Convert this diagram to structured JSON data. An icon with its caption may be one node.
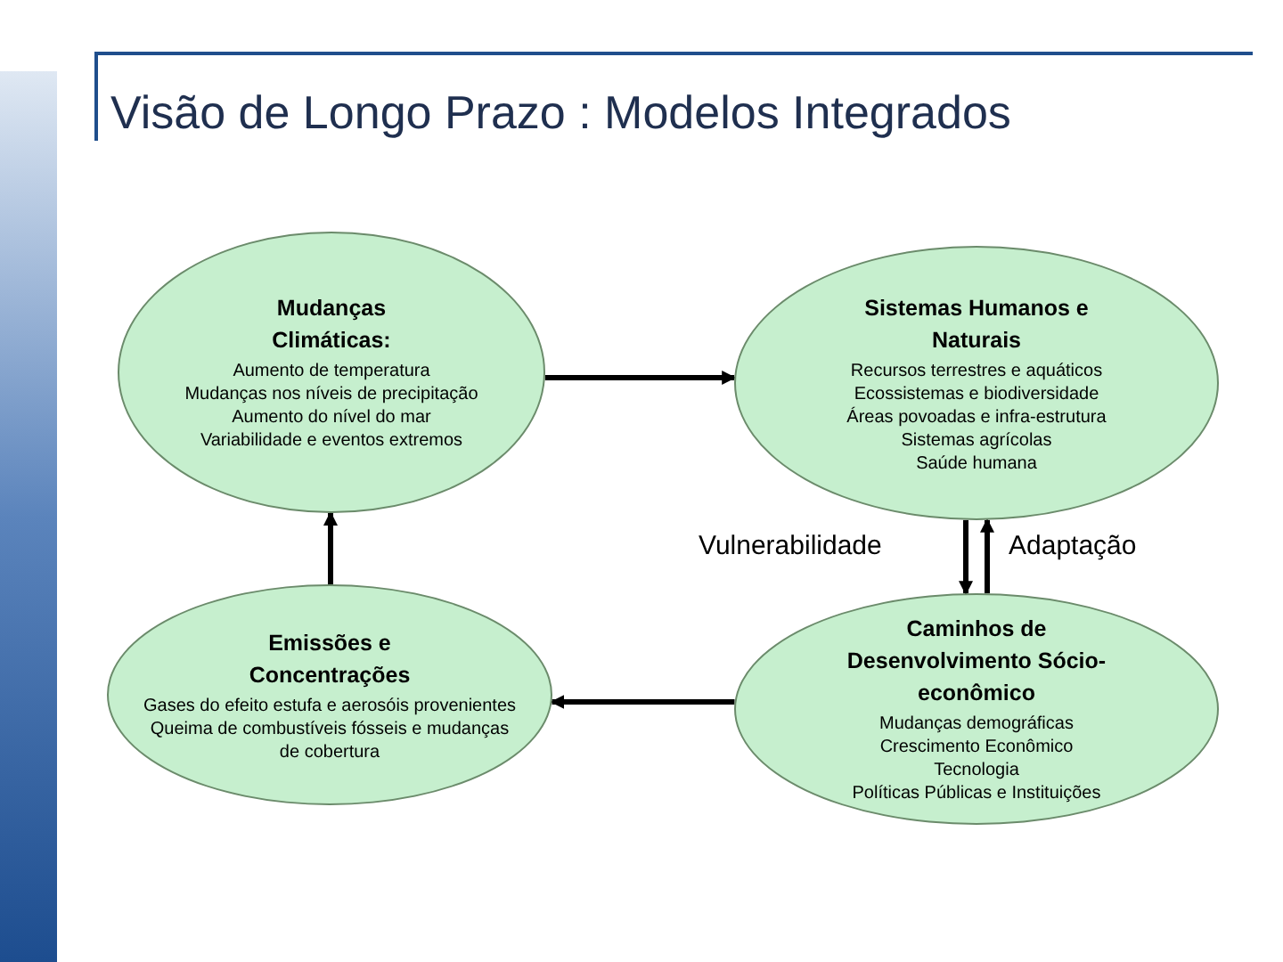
{
  "diagram": {
    "title": "Visão de Longo Prazo : Modelos Integrados",
    "nodes": [
      {
        "text": [
          "Mudanças Climáticas:",
          "Aumento de temperatura",
          "Mudanças nos níveis de precipitação",
          "Aumento do nível do mar",
          "Variabilidade e eventos extremos"
        ]
      },
      {
        "text": [
          "Sistemas Humanos e Naturais",
          "Recursos terrestres e aquáticos",
          "Ecossistemas e biodiversidade",
          "Áreas povoadas e infra-estrutura",
          "Sistemas agrícolas",
          "Saúde humana"
        ]
      },
      {
        "text": [
          "Emissões e Concentrações",
          "Gases do efeito estufa e aerosóis provenientes",
          "Queima de combustíveis fósseis e mudanças de cobertura"
        ]
      },
      {
        "text": [
          "Caminhos de Desenvolvimento Sócio-econômico",
          "Mudanças demográficas",
          "Crescimento Econômico",
          "Tecnologia",
          "Políticas Públicas e Instituições"
        ]
      }
    ],
    "edges": [
      {
        "from": 0,
        "to": 1,
        "arrow": "to"
      },
      {
        "from": 2,
        "to": 0,
        "arrow": "to"
      },
      {
        "from": 1,
        "to": 3,
        "arrow": "to",
        "label": "Vulnerabilidade"
      },
      {
        "from": 3,
        "to": 1,
        "arrow": "to",
        "label": "Adaptação"
      },
      {
        "from": 3,
        "to": 2,
        "arrow": "to"
      }
    ]
  }
}
